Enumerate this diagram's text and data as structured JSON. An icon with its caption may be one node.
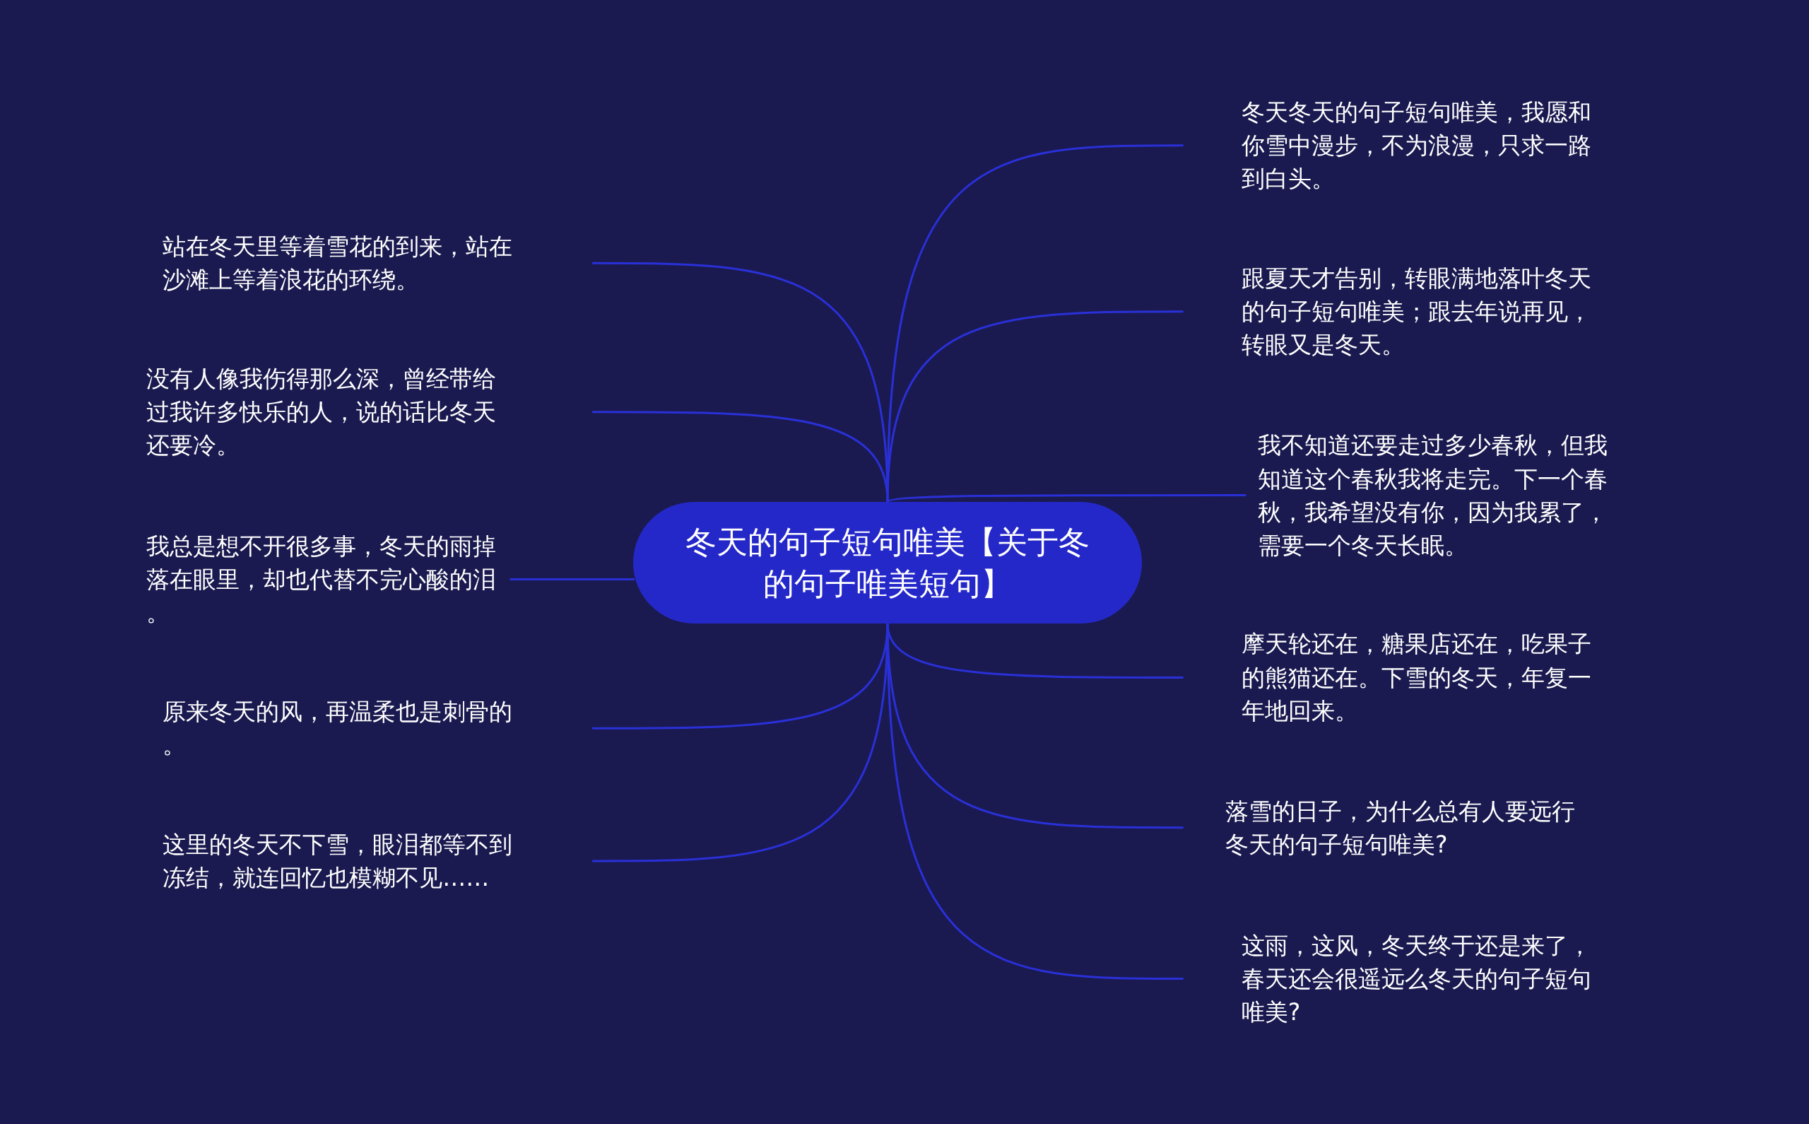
{
  "diagram": {
    "nodes": [
      {
        "text": [
          "冬天的句子短句唯美【关于冬的句子唯美短句】"
        ]
      },
      {
        "text": [
          "站在冬天里等着雪花的到来，站在沙滩上等着浪花的环绕。"
        ]
      },
      {
        "text": [
          "没有人像我伤得那么深，曾经带给过我许多快乐的人，说的话比冬天还要冷。"
        ]
      },
      {
        "text": [
          "我总是想不开很多事，冬天的雨掉落在眼里，却也代替不完心酸的泪。"
        ]
      },
      {
        "text": [
          "原来冬天的风，再温柔也是刺骨的。"
        ]
      },
      {
        "text": [
          "这里的冬天不下雪，眼泪都等不到冻结，就连回忆也模糊不见……"
        ]
      },
      {
        "text": [
          "冬天冬天的句子短句唯美，我愿和你雪中漫步，不为浪漫，只求一路到白头。"
        ]
      },
      {
        "text": [
          "跟夏天才告别，转眼满地落叶冬天的句子短句唯美；跟去年说再见，转眼又是冬天。"
        ]
      },
      {
        "text": [
          "我不知道还要走过多少春秋，但我知道这个春秋我将走完。下一个春秋，我希望没有你，因为我累了，需要一个冬天长眠。"
        ]
      },
      {
        "text": [
          "摩天轮还在，糖果店还在，吃果子的熊猫还在。下雪的冬天，年复一年地回来。"
        ]
      },
      {
        "text": [
          "落雪的日子，为什么总有人要远行冬天的句子短句唯美?"
        ]
      },
      {
        "text": [
          "这雨，这风，冬天终于还是来了，春天还会很遥远么冬天的句子短句唯美?"
        ]
      }
    ],
    "edges": [
      {
        "from": 0,
        "to": 1,
        "arrow": "none"
      },
      {
        "from": 0,
        "to": 2,
        "arrow": "none"
      },
      {
        "from": 0,
        "to": 3,
        "arrow": "none"
      },
      {
        "from": 0,
        "to": 4,
        "arrow": "none"
      },
      {
        "from": 0,
        "to": 5,
        "arrow": "none"
      },
      {
        "from": 0,
        "to": 6,
        "arrow": "none"
      },
      {
        "from": 0,
        "to": 7,
        "arrow": "none"
      },
      {
        "from": 0,
        "to": 8,
        "arrow": "none"
      },
      {
        "from": 0,
        "to": 9,
        "arrow": "none"
      },
      {
        "from": 0,
        "to": 10,
        "arrow": "none"
      },
      {
        "from": 0,
        "to": 11,
        "arrow": "none"
      }
    ]
  }
}
